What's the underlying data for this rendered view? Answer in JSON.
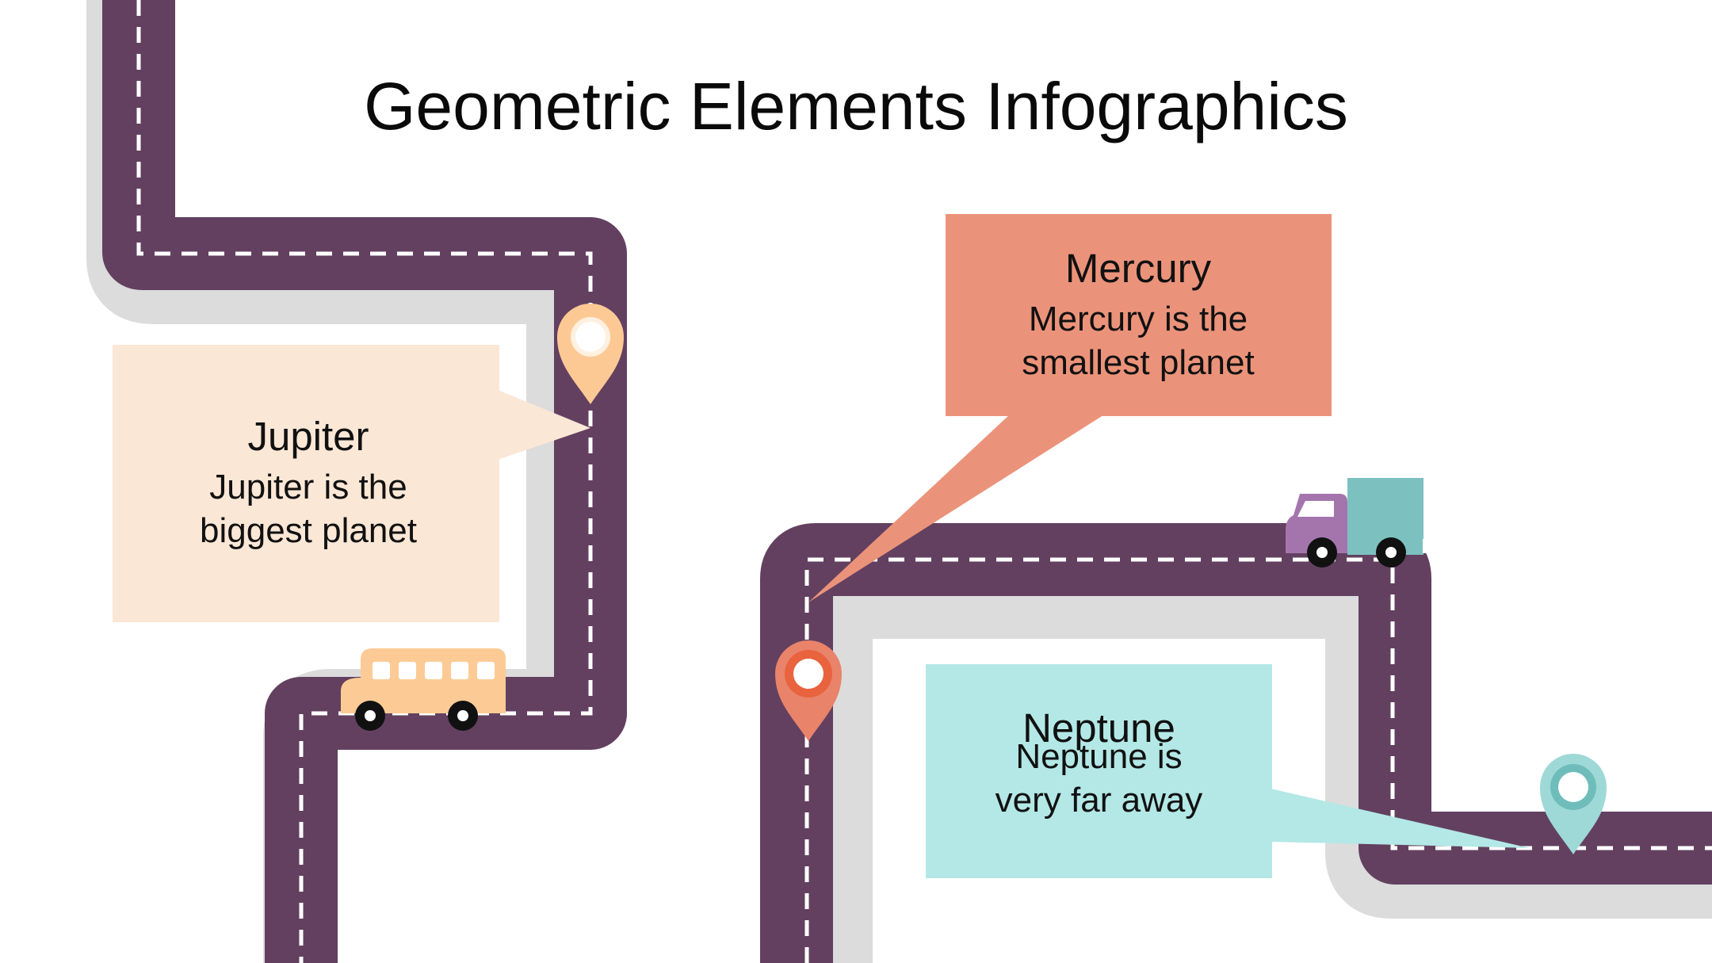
{
  "title": "Geometric Elements Infographics",
  "colors": {
    "road": "#634060",
    "road_shadow": "#dcdcdc",
    "lane_marking": "#ffffff",
    "jupiter_box": "#fbe7d6",
    "mercury_box": "#eb937a",
    "neptune_box": "#b3e8e6",
    "jupiter_pin": "#fcc995",
    "mercury_pin": "#e9836a",
    "neptune_pin": "#9ed9d7",
    "bus": "#fccb95",
    "truck_cab": "#a475ad",
    "truck_cargo": "#7cc1c0"
  },
  "cards": [
    {
      "id": "jupiter",
      "heading": "Jupiter",
      "text": "Jupiter is the biggest planet",
      "pin_icon": "map-pin-icon"
    },
    {
      "id": "mercury",
      "heading": "Mercury",
      "text": "Mercury is the smallest planet",
      "pin_icon": "map-pin-icon"
    },
    {
      "id": "neptune",
      "heading": "Neptune",
      "text": "Neptune is very far away",
      "pin_icon": "map-pin-icon"
    }
  ],
  "vehicles": {
    "bus_icon": "bus-icon",
    "truck_icon": "truck-icon"
  }
}
